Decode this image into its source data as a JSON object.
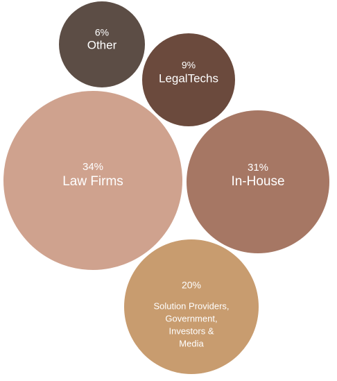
{
  "chart_data": {
    "type": "bubble",
    "title": "",
    "series": [
      {
        "label": "Other",
        "label_lines": [
          "Other"
        ],
        "value": 6,
        "value_label": "6%",
        "color": "#5c4d45"
      },
      {
        "label": "LegalTechs",
        "label_lines": [
          "LegalTechs"
        ],
        "value": 9,
        "value_label": "9%",
        "color": "#6b4a3d"
      },
      {
        "label": "Law Firms",
        "label_lines": [
          "Law Firms"
        ],
        "value": 34,
        "value_label": "34%",
        "color": "#cfa28e"
      },
      {
        "label": "In-House",
        "label_lines": [
          "In-House"
        ],
        "value": 31,
        "value_label": "31%",
        "color": "#a67764"
      },
      {
        "label": "Solution Providers, Government, Investors & Media",
        "label_lines": [
          "Solution Providers,",
          "Government,",
          "Investors &",
          "Media"
        ],
        "value": 20,
        "value_label": "20%",
        "color": "#c89c6f"
      }
    ]
  }
}
